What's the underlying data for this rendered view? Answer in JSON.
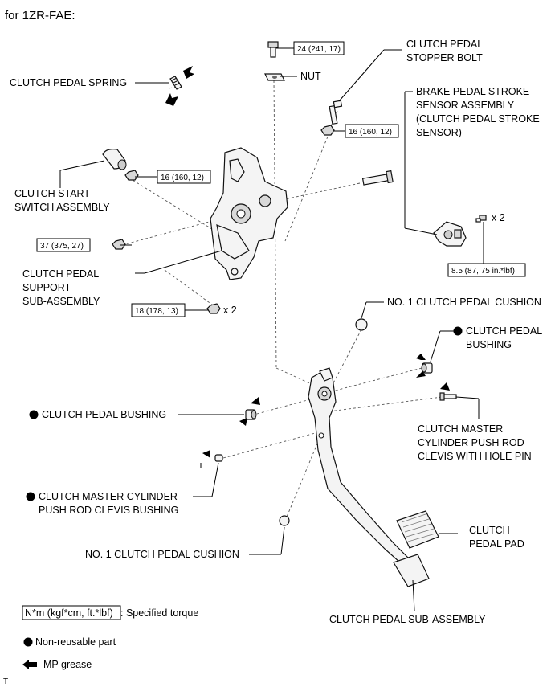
{
  "header": "for 1ZR-FAE:",
  "labels": {
    "clutch_pedal_spring": "CLUTCH PEDAL SPRING",
    "nut": "NUT",
    "stopper_bolt_1": "CLUTCH PEDAL",
    "stopper_bolt_2": "STOPPER BOLT",
    "brake_sensor_1": "BRAKE PEDAL STROKE",
    "brake_sensor_2": "SENSOR ASSEMBLY",
    "brake_sensor_3": "(CLUTCH PEDAL STROKE",
    "brake_sensor_4": "SENSOR)",
    "start_switch_1": "CLUTCH START",
    "start_switch_2": "SWITCH ASSEMBLY",
    "support_1": "CLUTCH PEDAL",
    "support_2": "SUPPORT",
    "support_3": "SUB-ASSEMBLY",
    "cushion_top": "NO. 1 CLUTCH PEDAL CUSHION",
    "bushing_right_1": "CLUTCH PEDAL",
    "bushing_right_2": "BUSHING",
    "bushing_left": "CLUTCH PEDAL BUSHING",
    "clevis_pin_1": "CLUTCH MASTER",
    "clevis_pin_2": "CYLINDER PUSH ROD",
    "clevis_pin_3": "CLEVIS WITH HOLE PIN",
    "clevis_bushing_1": "CLUTCH MASTER CYLINDER",
    "clevis_bushing_2": "PUSH ROD CLEVIS BUSHING",
    "pedal_pad_1": "CLUTCH",
    "pedal_pad_2": "PEDAL PAD",
    "cushion_bottom": "NO. 1 CLUTCH PEDAL CUSHION",
    "pedal_sub": "CLUTCH PEDAL SUB-ASSEMBLY",
    "x2_a": "x 2",
    "x2_b": "x 2"
  },
  "torques": {
    "t1": "24 (241, 17)",
    "t2": "16 (160, 12)",
    "t3": "16 (160, 12)",
    "t4": "37 (375, 27)",
    "t5": "8.5 (87, 75 in.*lbf)",
    "t6": "18 (178, 13)"
  },
  "legend": {
    "torque_key": "N*m (kgf*cm, ft.*lbf)",
    "torque_desc": ": Specified torque",
    "nonreusable": "Non-reusable part",
    "grease": "MP grease"
  },
  "footer_mark": "T"
}
